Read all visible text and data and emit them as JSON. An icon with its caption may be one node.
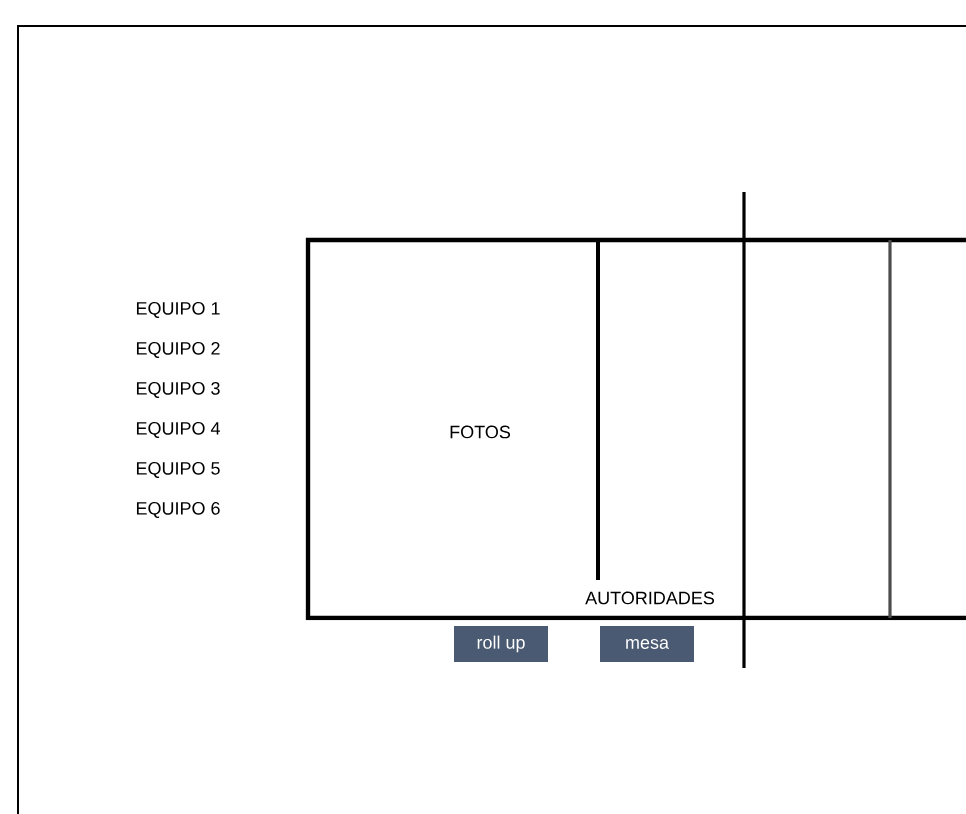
{
  "diagram": {
    "nodes": [
      {
        "text": [
          "roll up"
        ]
      },
      {
        "text": [
          "mesa"
        ]
      }
    ],
    "labels": [
      "EQUIPO 1",
      "EQUIPO 2",
      "EQUIPO 3",
      "EQUIPO 4",
      "EQUIPO 5",
      "EQUIPO 6",
      "FOTOS",
      "AUTORIDADES"
    ]
  }
}
